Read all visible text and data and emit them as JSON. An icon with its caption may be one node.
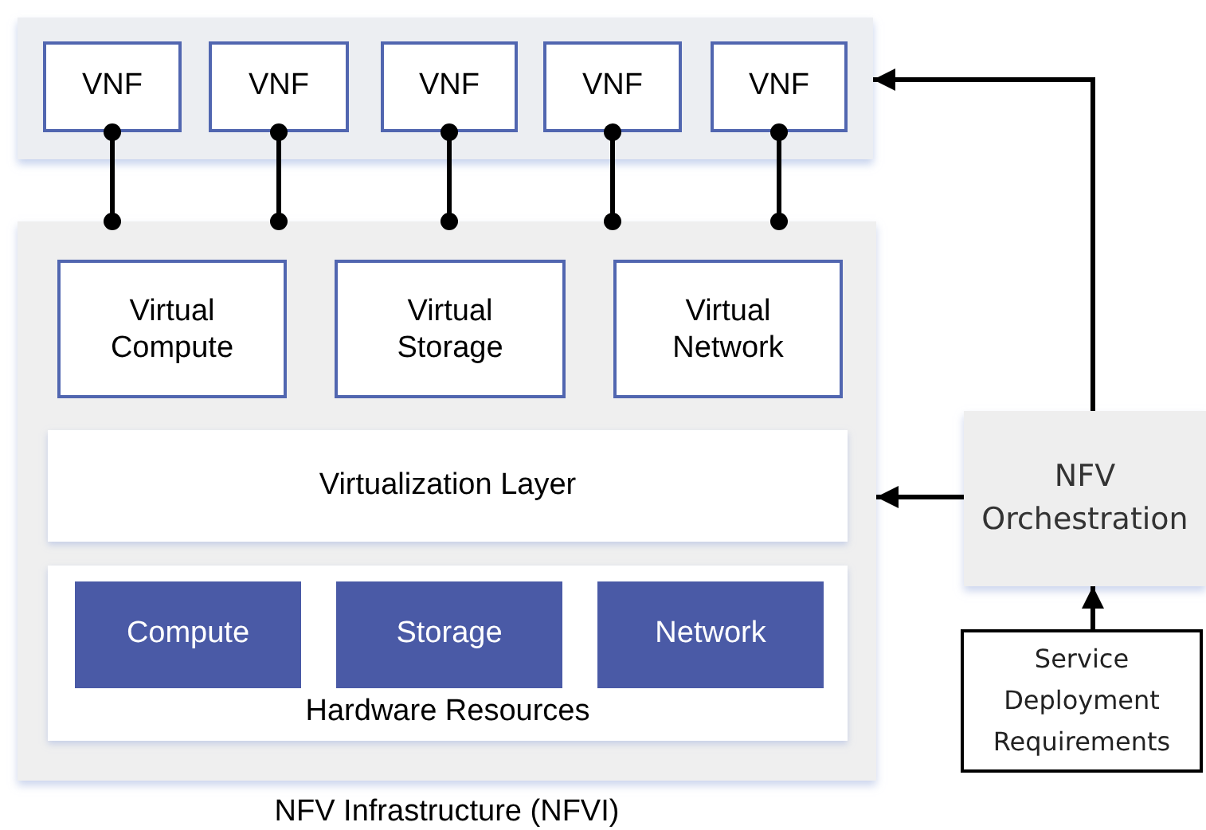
{
  "diagram": {
    "nodes": [
      {
        "text": [],
        "shape": "box"
      },
      {
        "text": [
          "VNF"
        ],
        "in": 0
      },
      {
        "text": [
          "VNF"
        ],
        "in": 0
      },
      {
        "text": [
          "VNF"
        ],
        "in": 0
      },
      {
        "text": [
          "VNF"
        ],
        "in": 0
      },
      {
        "text": [
          "VNF"
        ],
        "in": 0
      },
      {
        "text": [
          "NFV Infrastructure (NFVI)"
        ]
      },
      {
        "text": [
          "Virtual Compute"
        ],
        "in": 6
      },
      {
        "text": [
          "Virtual Storage"
        ],
        "in": 6
      },
      {
        "text": [
          "Virtual Network"
        ],
        "in": 6
      },
      {
        "text": [
          "Virtualization Layer"
        ],
        "in": 6
      },
      {
        "text": [
          "Hardware Resources"
        ],
        "in": 6
      },
      {
        "text": [
          "Compute"
        ],
        "in": 11
      },
      {
        "text": [
          "Storage"
        ],
        "in": 11
      },
      {
        "text": [
          "Network"
        ],
        "in": 11
      },
      {
        "text": [
          "NFV Orchestration"
        ]
      },
      {
        "text": [
          "Service Deployment Requirements"
        ]
      }
    ],
    "edges": [
      {
        "from": 1,
        "to": 6,
        "arrow": "other"
      },
      {
        "from": 2,
        "to": 6,
        "arrow": "other"
      },
      {
        "from": 3,
        "to": 6,
        "arrow": "other"
      },
      {
        "from": 4,
        "to": 6,
        "arrow": "other"
      },
      {
        "from": 5,
        "to": 6,
        "arrow": "other"
      },
      {
        "from": 15,
        "to": 0,
        "arrow": "to"
      },
      {
        "from": 15,
        "to": 6,
        "arrow": "to"
      },
      {
        "from": 16,
        "to": 15,
        "arrow": "to"
      }
    ]
  }
}
